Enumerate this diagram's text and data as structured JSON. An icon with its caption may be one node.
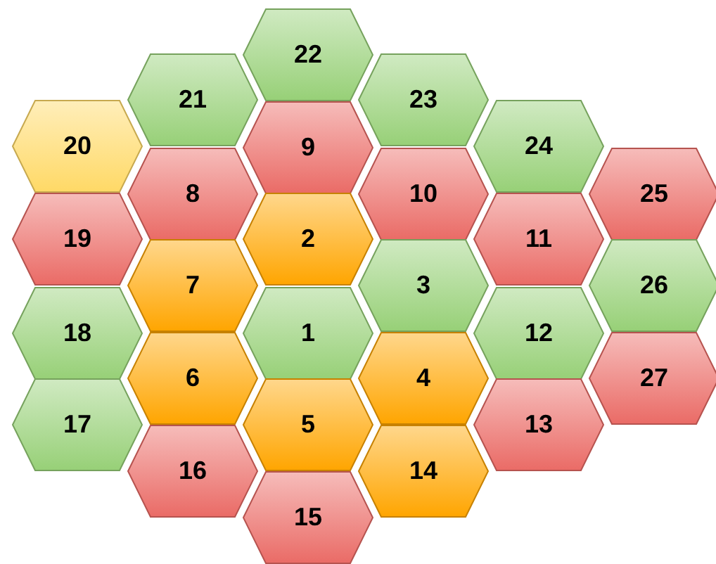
{
  "diagram": {
    "nodes": [
      {
        "text": [
          "22"
        ]
      },
      {
        "text": [
          "21"
        ]
      },
      {
        "text": [
          "23"
        ]
      },
      {
        "text": [
          "20"
        ]
      },
      {
        "text": [
          "9"
        ]
      },
      {
        "text": [
          "24"
        ]
      },
      {
        "text": [
          "8"
        ]
      },
      {
        "text": [
          "10"
        ]
      },
      {
        "text": [
          "25"
        ]
      },
      {
        "text": [
          "19"
        ]
      },
      {
        "text": [
          "2"
        ]
      },
      {
        "text": [
          "11"
        ]
      },
      {
        "text": [
          "7"
        ]
      },
      {
        "text": [
          "3"
        ]
      },
      {
        "text": [
          "26"
        ]
      },
      {
        "text": [
          "18"
        ]
      },
      {
        "text": [
          "1"
        ]
      },
      {
        "text": [
          "12"
        ]
      },
      {
        "text": [
          "6"
        ]
      },
      {
        "text": [
          "4"
        ]
      },
      {
        "text": [
          "27"
        ]
      },
      {
        "text": [
          "17"
        ]
      },
      {
        "text": [
          "5"
        ]
      },
      {
        "text": [
          "13"
        ]
      },
      {
        "text": [
          "16"
        ]
      },
      {
        "text": [
          "14"
        ]
      },
      {
        "text": [
          "15"
        ]
      }
    ]
  }
}
